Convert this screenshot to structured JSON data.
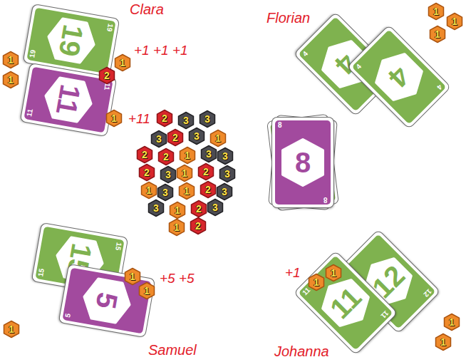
{
  "diagram": {
    "nodes": [
      {
        "text": [
          "19",
          "19",
          "19"
        ]
      },
      {
        "text": [
          "11",
          "11",
          "11"
        ]
      },
      {
        "text": [
          "1"
        ]
      },
      {
        "text": [
          "1"
        ]
      },
      {
        "text": [
          "1"
        ]
      },
      {
        "text": [
          "2"
        ]
      },
      {
        "text": [
          "1"
        ]
      },
      {
        "text": [
          "4",
          "4",
          "4"
        ]
      },
      {
        "text": [
          "4",
          "4",
          "4"
        ]
      },
      {
        "text": [
          "1"
        ]
      },
      {
        "text": [
          "1"
        ]
      },
      {
        "text": [
          "1"
        ]
      },
      {
        "text": [
          "8",
          "8",
          "8"
        ]
      },
      {
        "text": [
          "2"
        ]
      },
      {
        "text": [
          "3"
        ]
      },
      {
        "text": [
          "3"
        ]
      },
      {
        "text": [
          "3"
        ]
      },
      {
        "text": [
          "2"
        ]
      },
      {
        "text": [
          "3"
        ]
      },
      {
        "text": [
          "1"
        ]
      },
      {
        "text": [
          "2"
        ]
      },
      {
        "text": [
          "2"
        ]
      },
      {
        "text": [
          "1"
        ]
      },
      {
        "text": [
          "3"
        ]
      },
      {
        "text": [
          "3"
        ]
      },
      {
        "text": [
          "2"
        ]
      },
      {
        "text": [
          "3"
        ]
      },
      {
        "text": [
          "1"
        ]
      },
      {
        "text": [
          "2"
        ]
      },
      {
        "text": [
          "3"
        ]
      },
      {
        "text": [
          "1"
        ]
      },
      {
        "text": [
          "3"
        ]
      },
      {
        "text": [
          "1"
        ]
      },
      {
        "text": [
          "2"
        ]
      },
      {
        "text": [
          "3"
        ]
      },
      {
        "text": [
          "3"
        ]
      },
      {
        "text": [
          "1"
        ]
      },
      {
        "text": [
          "2"
        ]
      },
      {
        "text": [
          "3"
        ]
      },
      {
        "text": [
          "1"
        ]
      },
      {
        "text": [
          "2"
        ]
      },
      {
        "text": [
          "15",
          "15",
          "15"
        ]
      },
      {
        "text": [
          "5",
          "5",
          "5"
        ]
      },
      {
        "text": [
          "1"
        ]
      },
      {
        "text": [
          "1"
        ]
      },
      {
        "text": [
          "1"
        ]
      },
      {
        "text": [
          "12",
          "12",
          "12"
        ]
      },
      {
        "text": [
          "11",
          "11",
          "11"
        ]
      },
      {
        "text": [
          "1"
        ]
      },
      {
        "text": [
          "1"
        ]
      },
      {
        "text": [
          "1"
        ]
      },
      {
        "text": [
          "1"
        ]
      }
    ],
    "labels": [
      "Clara",
      "Florian",
      "+1 +1 +1",
      "+11",
      "+5 +5",
      "+1",
      "Samuel",
      "Johanna"
    ]
  }
}
